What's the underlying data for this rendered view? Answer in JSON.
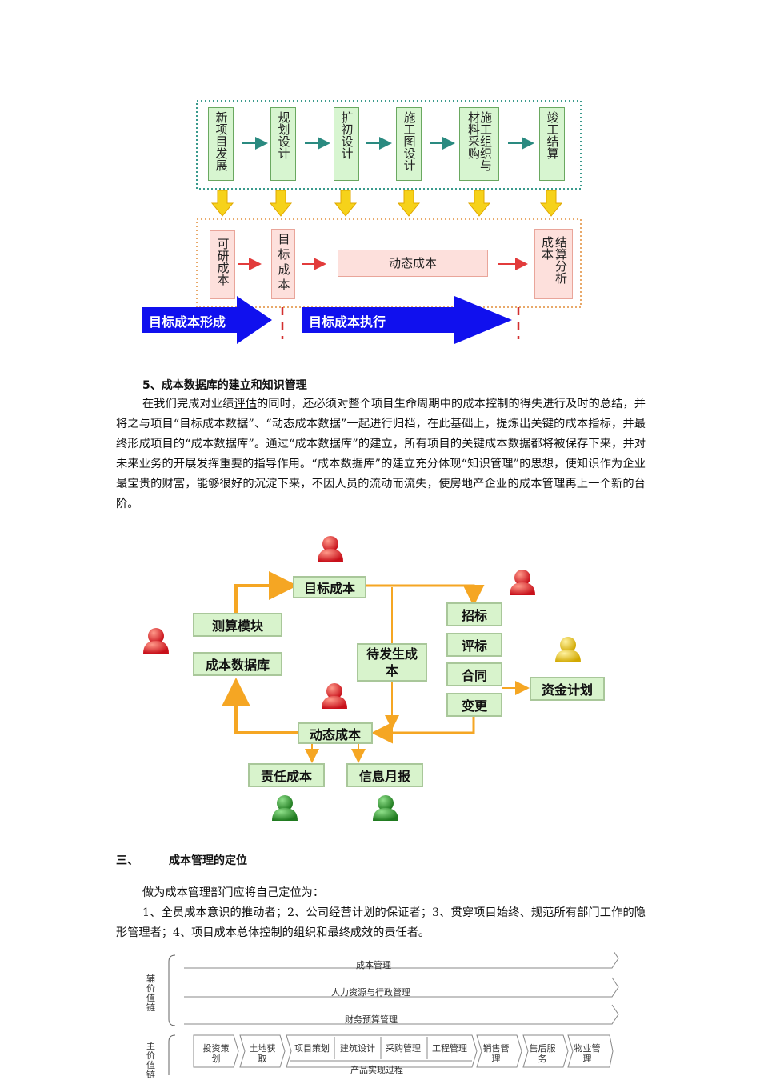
{
  "diagram1": {
    "process_steps": [
      "新项目发展",
      "规划设计",
      "扩初设计",
      "施工图设计",
      "施工组织与材料采购",
      "竣工结算"
    ],
    "cost_boxes": [
      "可研成本",
      "目标成本",
      "动态成本",
      "结算分析成本"
    ],
    "arrow_left": "目标成本形成",
    "arrow_right": "目标成本执行"
  },
  "section5": {
    "heading": "5、成本数据库的建立和知识管理",
    "paragraph_before_link": "在我们完成对业绩",
    "link": "评估",
    "paragraph_after_link": "的同时，还必须对整个项目生命周期中的成本控制的得失进行及时的总结，并将之与项目“目标成本数据”、“动态成本数据”一起进行归档，在此基础上，提炼出关键的成本指标，并最终形成项目的“成本数据库”。通过“成本数据库”的建立，所有项目的关键成本数据都将被保存下来，并对未来业务的开展发挥重要的指导作用。“成本数据库”的建立充分体现“知识管理”的思想，使知识作为企业最宝贵的财富，能够很好的沉淀下来，不因人员的流动而流失，使房地产企业的成本管理再上一个新的台阶。"
  },
  "diagram2": {
    "target_cost": "目标成本",
    "estimate_module": "测算模块",
    "cost_database": "成本数据库",
    "pending_cost": "待发生成本",
    "bidding": "招标",
    "bid_evaluation": "评标",
    "contract": "合同",
    "change": "变更",
    "fund_plan": "资金计划",
    "dynamic_cost": "动态成本",
    "responsibility_cost": "责任成本",
    "monthly_report": "信息月报"
  },
  "section3": {
    "number": "三、",
    "heading": "成本管理的定位",
    "intro": "做为成本管理部门应将自己定位为：",
    "roles": "1、全员成本意识的推动者；2、公司经营计划的保证者；3、贯穿项目始终、规范所有部门工作的隐形管理者；4、项目成本总体控制的组织和最终成效的责任者。"
  },
  "value_chain": {
    "aux_label": "辅价值链",
    "main_label": "主价值链",
    "aux_bars": [
      "成本管理",
      "人力资源与行政管理",
      "财务预算管理"
    ],
    "main_steps": [
      "投资策划",
      "土地获取",
      "项目策划",
      "建筑设计",
      "采购管理",
      "工程管理",
      "销售管理",
      "售后服务",
      "物业管理"
    ],
    "product_process": "产品实现过程"
  },
  "colors": {
    "process_box": "#d7f5d0",
    "cost_box": "#fde0dc",
    "orange_line": "#f5a623",
    "blue_arrow": "#1010ee",
    "teal_arrow": "#2a8a80"
  }
}
